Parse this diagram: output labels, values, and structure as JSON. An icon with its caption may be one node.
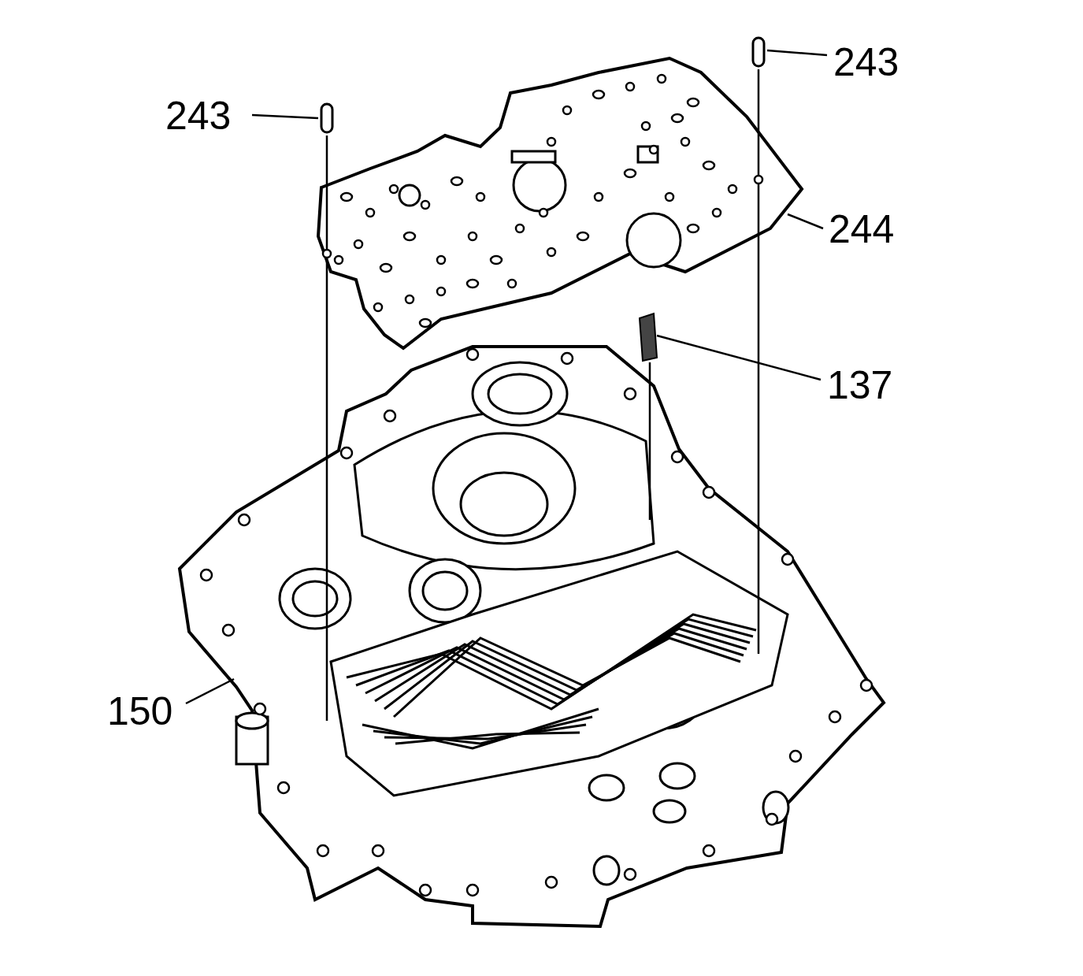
{
  "diagram": {
    "nodes": [
      {
        "text": [
          "243"
        ]
      },
      {
        "text": [
          "243"
        ]
      },
      {
        "text": [
          "244"
        ]
      },
      {
        "text": [
          "137"
        ]
      },
      {
        "text": [
          "150"
        ]
      },
      {
        "text": [],
        "shape": "bar"
      },
      {
        "text": [],
        "shape": "bar"
      },
      {
        "text": [],
        "shape": "picture"
      },
      {
        "text": [],
        "shape": "box"
      },
      {
        "text": [],
        "shape": "picture"
      }
    ],
    "edges": [
      {
        "from": 0,
        "to": 5,
        "arrow": "none"
      },
      {
        "from": 1,
        "to": 6,
        "arrow": "none"
      },
      {
        "from": 2,
        "to": 7,
        "arrow": "none"
      },
      {
        "from": 3,
        "to": 8,
        "arrow": "none"
      },
      {
        "from": 4,
        "to": 9,
        "arrow": "none"
      },
      {
        "from": 5,
        "to": 7,
        "arrow": "none"
      },
      {
        "from": 7,
        "to": 9,
        "arrow": "none"
      },
      {
        "from": 6,
        "to": 7,
        "arrow": "none"
      },
      {
        "from": 7,
        "to": 9,
        "arrow": "none"
      },
      {
        "from": 8,
        "to": 9,
        "arrow": "none"
      }
    ]
  }
}
